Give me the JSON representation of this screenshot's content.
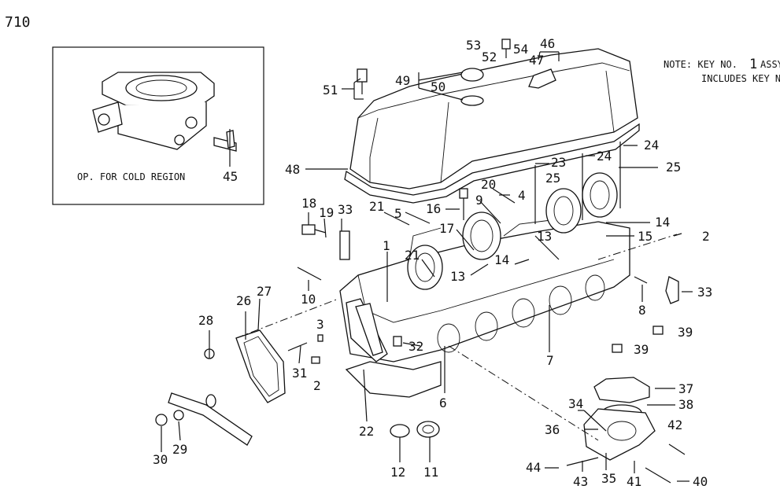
{
  "diagram": {
    "page_number": "710",
    "inset_caption": "OP. FOR COLD REGION",
    "note_line1_prefix": "NOTE:  KEY NO.",
    "note_key": "1",
    "note_line1_suffix": "ASSY",
    "note_line2": "INCLUDES KEY N",
    "callouts": [
      "1",
      "2",
      "2",
      "3",
      "4",
      "5",
      "6",
      "7",
      "8",
      "9",
      "10",
      "11",
      "12",
      "13",
      "13",
      "14",
      "14",
      "15",
      "16",
      "17",
      "18",
      "19",
      "20",
      "21",
      "21",
      "22",
      "23",
      "24",
      "24",
      "25",
      "25",
      "26",
      "27",
      "28",
      "29",
      "30",
      "31",
      "32",
      "33",
      "33",
      "34",
      "35",
      "36",
      "37",
      "38",
      "39",
      "39",
      "40",
      "41",
      "42",
      "43",
      "44",
      "45",
      "46",
      "47",
      "48",
      "49",
      "50",
      "51",
      "52",
      "53",
      "54"
    ]
  }
}
